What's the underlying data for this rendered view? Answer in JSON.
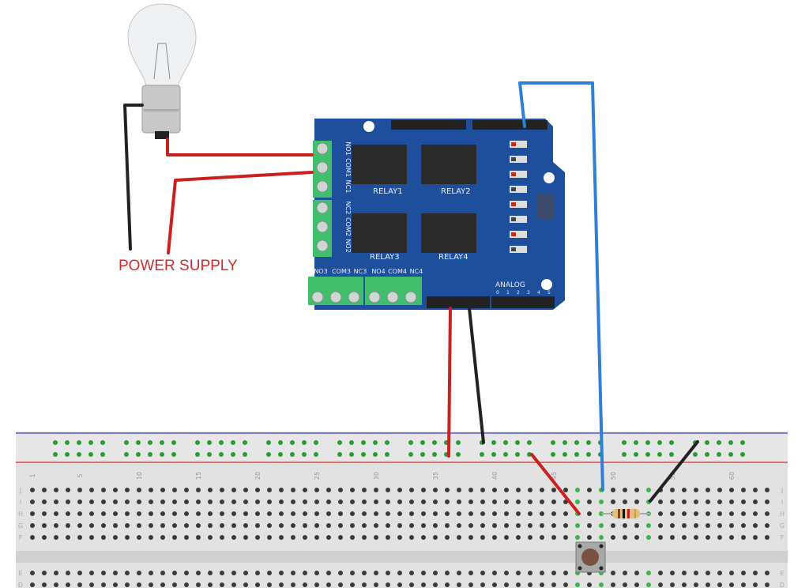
{
  "labels": {
    "power_supply": "POWER SUPPLY",
    "relays": [
      "RELAY1",
      "RELAY2",
      "RELAY3",
      "RELAY4"
    ],
    "side_terminals": [
      "NO1",
      "COM1",
      "NC1",
      "NC2",
      "COM2",
      "NO2"
    ],
    "bottom_terminals": [
      "NO3",
      "COM3",
      "NC3",
      "NO4",
      "COM4",
      "NC4"
    ],
    "analog": "ANALOG",
    "analog_pins": [
      "0",
      "1",
      "2",
      "3",
      "4",
      "5"
    ]
  },
  "breadboard": {
    "column_numbers": [
      "1",
      "5",
      "10",
      "15",
      "20",
      "25",
      "30",
      "35",
      "40",
      "45",
      "50",
      "55",
      "60"
    ],
    "row_letters": [
      "J",
      "I",
      "H",
      "G",
      "F",
      "E",
      "D"
    ]
  },
  "colors": {
    "board_blue": "#1d4f9c",
    "terminal_green": "#3fbf6a",
    "wire_red": "#cc1f1f",
    "wire_black": "#222222",
    "wire_blue": "#2f7fd6",
    "rail_dot_green": "#2a9a3a"
  },
  "icons": [
    "light-bulb-icon",
    "relay-shield-icon",
    "push-button-icon",
    "resistor-icon"
  ]
}
